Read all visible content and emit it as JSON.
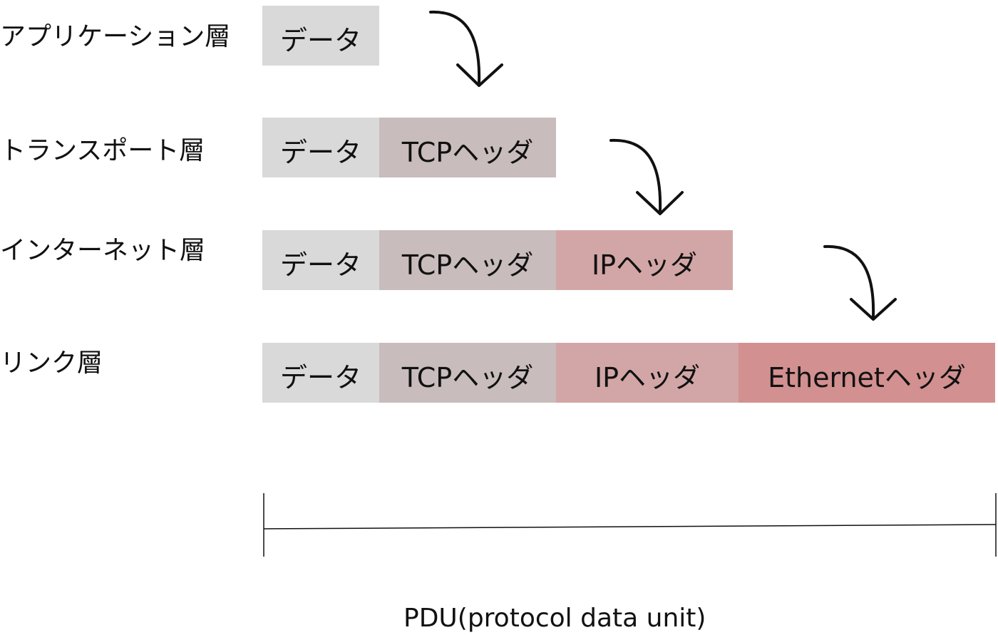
{
  "layers": {
    "application": "アプリケーション層",
    "transport": "トランスポート層",
    "internet": "インターネット層",
    "link": "リンク層"
  },
  "segments": {
    "data": "データ",
    "tcp_header": "TCPヘッダ",
    "ip_header": "IPヘッダ",
    "ethernet_header": "Ethernetヘッダ"
  },
  "colors": {
    "data": "#d9d9d9",
    "tcp_header": "#c8bcbc",
    "ip_header": "#d2a6a7",
    "ethernet_header": "#d29090"
  },
  "pdu_label": "PDU(protocol data unit)"
}
